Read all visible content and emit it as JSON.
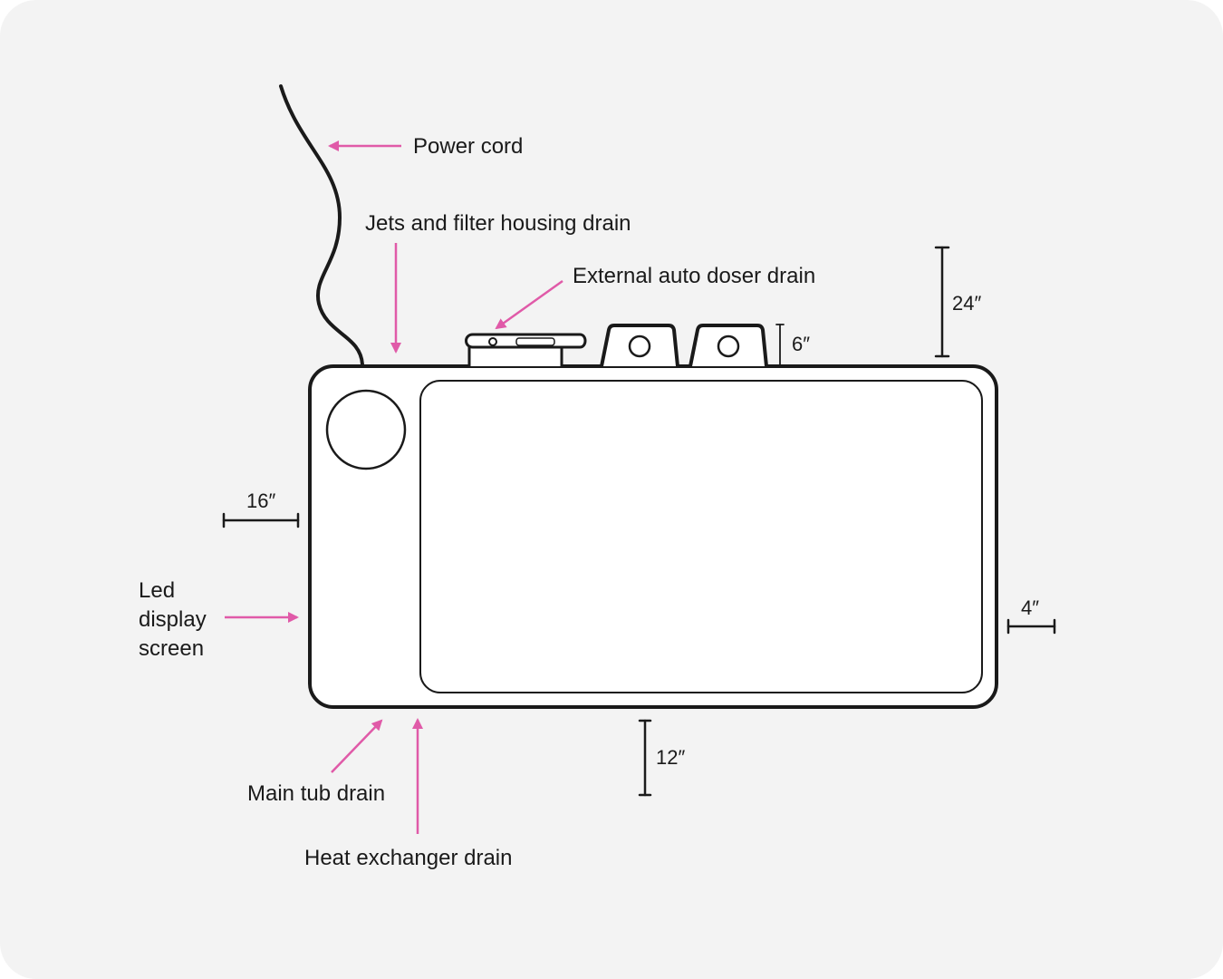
{
  "colors": {
    "background": "#f3f3f3",
    "outline": "#1a1a1a",
    "arrow": "#e05aa8",
    "fill": "#ffffff"
  },
  "labels": {
    "power_cord": "Power cord",
    "jets_drain": "Jets and filter housing drain",
    "auto_doser_drain": "External auto doser drain",
    "led_line1": "Led",
    "led_line2": "display",
    "led_line3": "screen",
    "main_tub_drain": "Main tub drain",
    "heat_exchanger_drain": "Heat exchanger drain"
  },
  "dimensions": {
    "top_clearance": "24″",
    "port_height": "6″",
    "left_clearance": "16″",
    "right_clearance": "4″",
    "bottom_clearance": "12″"
  }
}
